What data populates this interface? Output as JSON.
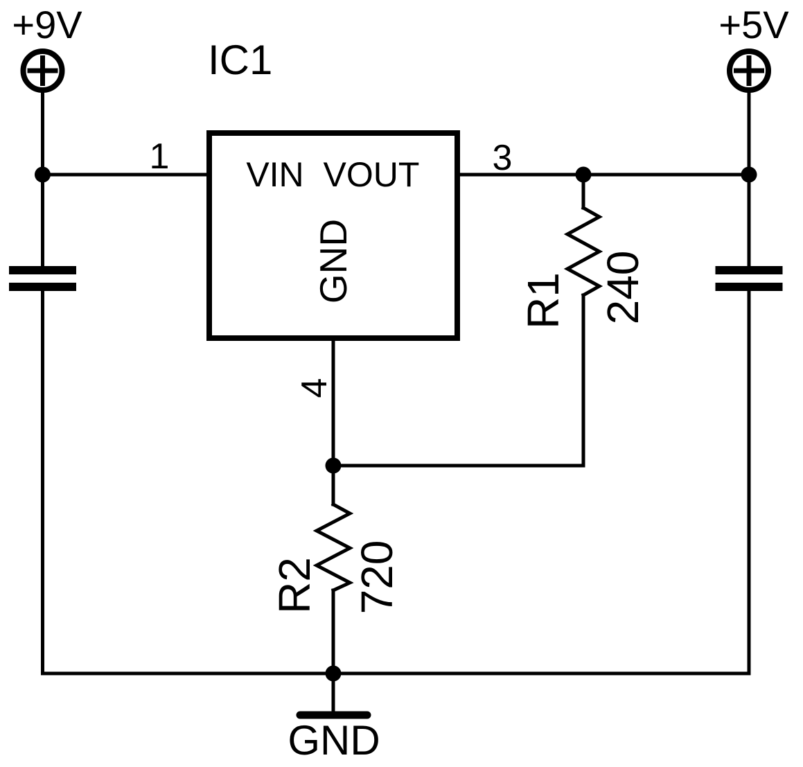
{
  "colors": {
    "ink": "#000000",
    "paper": "#ffffff"
  },
  "power": {
    "input_label": "+9V",
    "output_label": "+5V"
  },
  "ic": {
    "reference": "IC1",
    "pin_in_label": "VIN",
    "pin_out_label": "VOUT",
    "pin_gnd_label": "GND",
    "pin_in_number": "1",
    "pin_out_number": "3",
    "pin_gnd_number": "4"
  },
  "resistors": {
    "r1": {
      "reference": "R1",
      "value": "240"
    },
    "r2": {
      "reference": "R2",
      "value": "720"
    }
  },
  "ground": {
    "label": "GND"
  }
}
